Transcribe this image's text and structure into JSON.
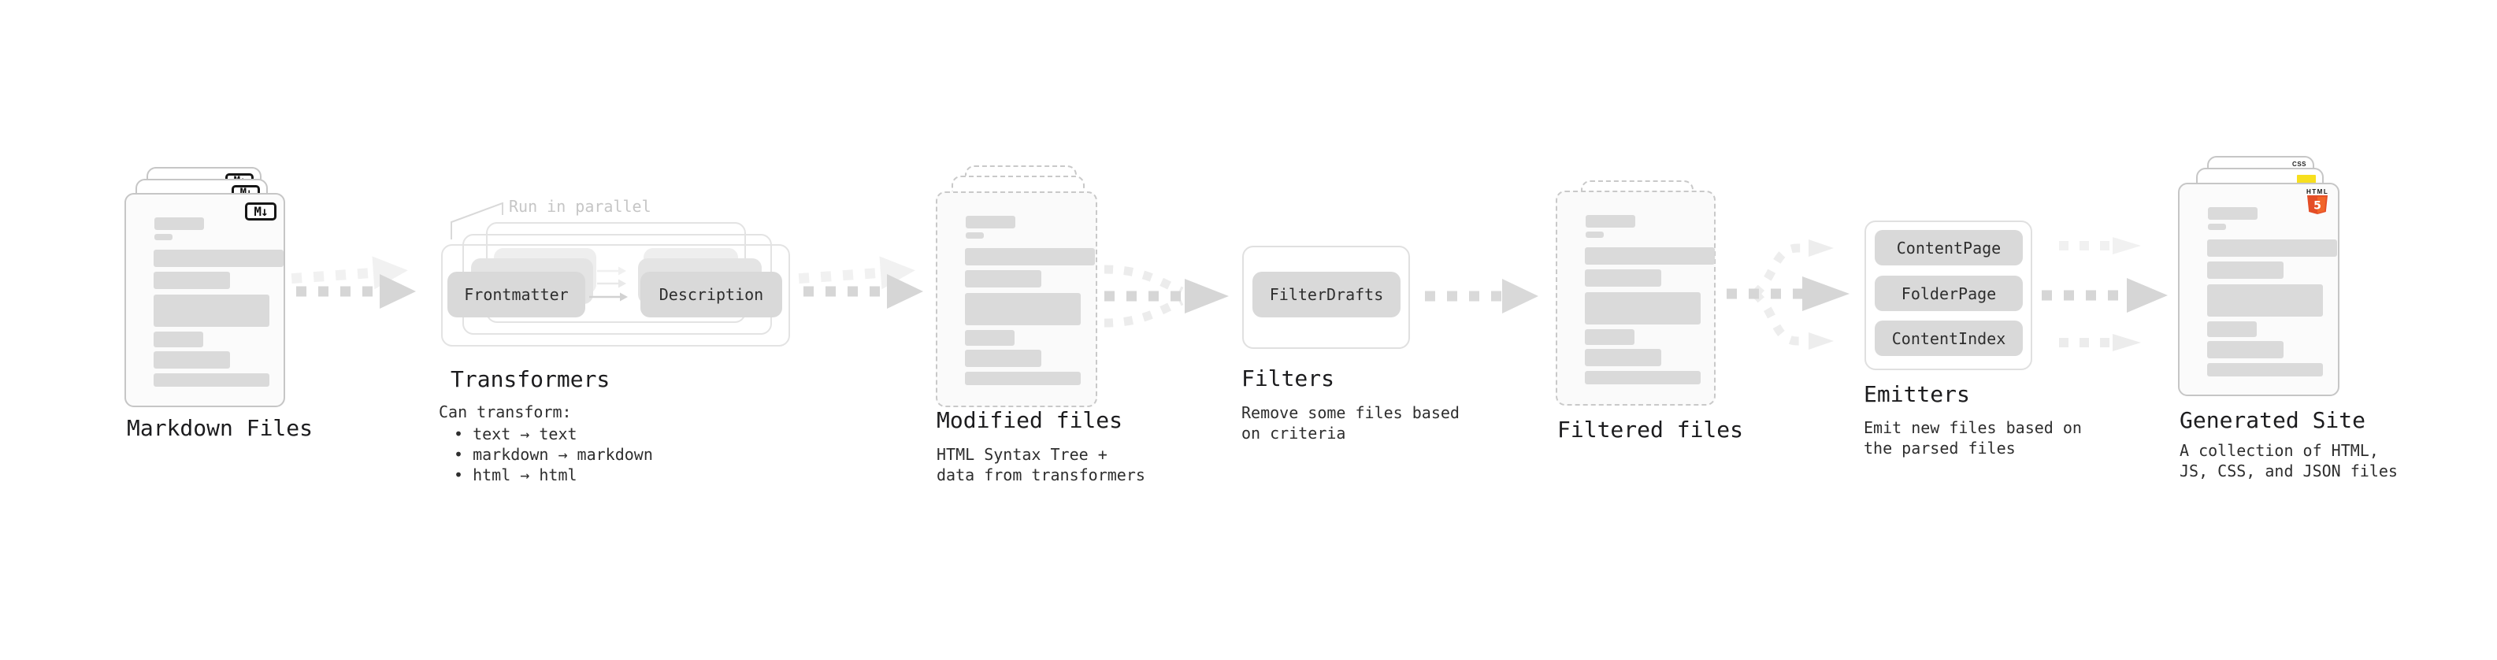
{
  "stages": {
    "markdown": {
      "title": "Markdown Files",
      "file_badge": "M↓"
    },
    "transformers": {
      "title": "Transformers",
      "note": "Run in parallel",
      "node_left": "Frontmatter",
      "node_right": "Description",
      "desc_heading": "Can transform:",
      "desc_items": [
        "• text → text",
        "• markdown → markdown",
        "• html → html"
      ]
    },
    "modified": {
      "title": "Modified files",
      "desc": "HTML Syntax Tree +\ndata from transformers"
    },
    "filters": {
      "title": "Filters",
      "node": "FilterDrafts",
      "desc": "Remove some files based\non criteria"
    },
    "filtered": {
      "title": "Filtered files"
    },
    "emitters": {
      "title": "Emitters",
      "nodes": [
        "ContentPage",
        "FolderPage",
        "ContentIndex"
      ],
      "desc": "Emit new files based on\nthe parsed files"
    },
    "generated": {
      "title": "Generated Site",
      "desc": "A collection of HTML,\nJS, CSS, and JSON files",
      "html_badge_label": "HTML",
      "html_badge_number": "5",
      "css_badge_label": "CSS"
    }
  },
  "colors": {
    "html5_orange": "#e44d26",
    "js_yellow": "#f7df1e",
    "css_blue": "#2965f1",
    "arrow_gray": "#d6d6d6",
    "arrow_light_gray": "#efefef",
    "node_gray": "#d9d9d9"
  }
}
